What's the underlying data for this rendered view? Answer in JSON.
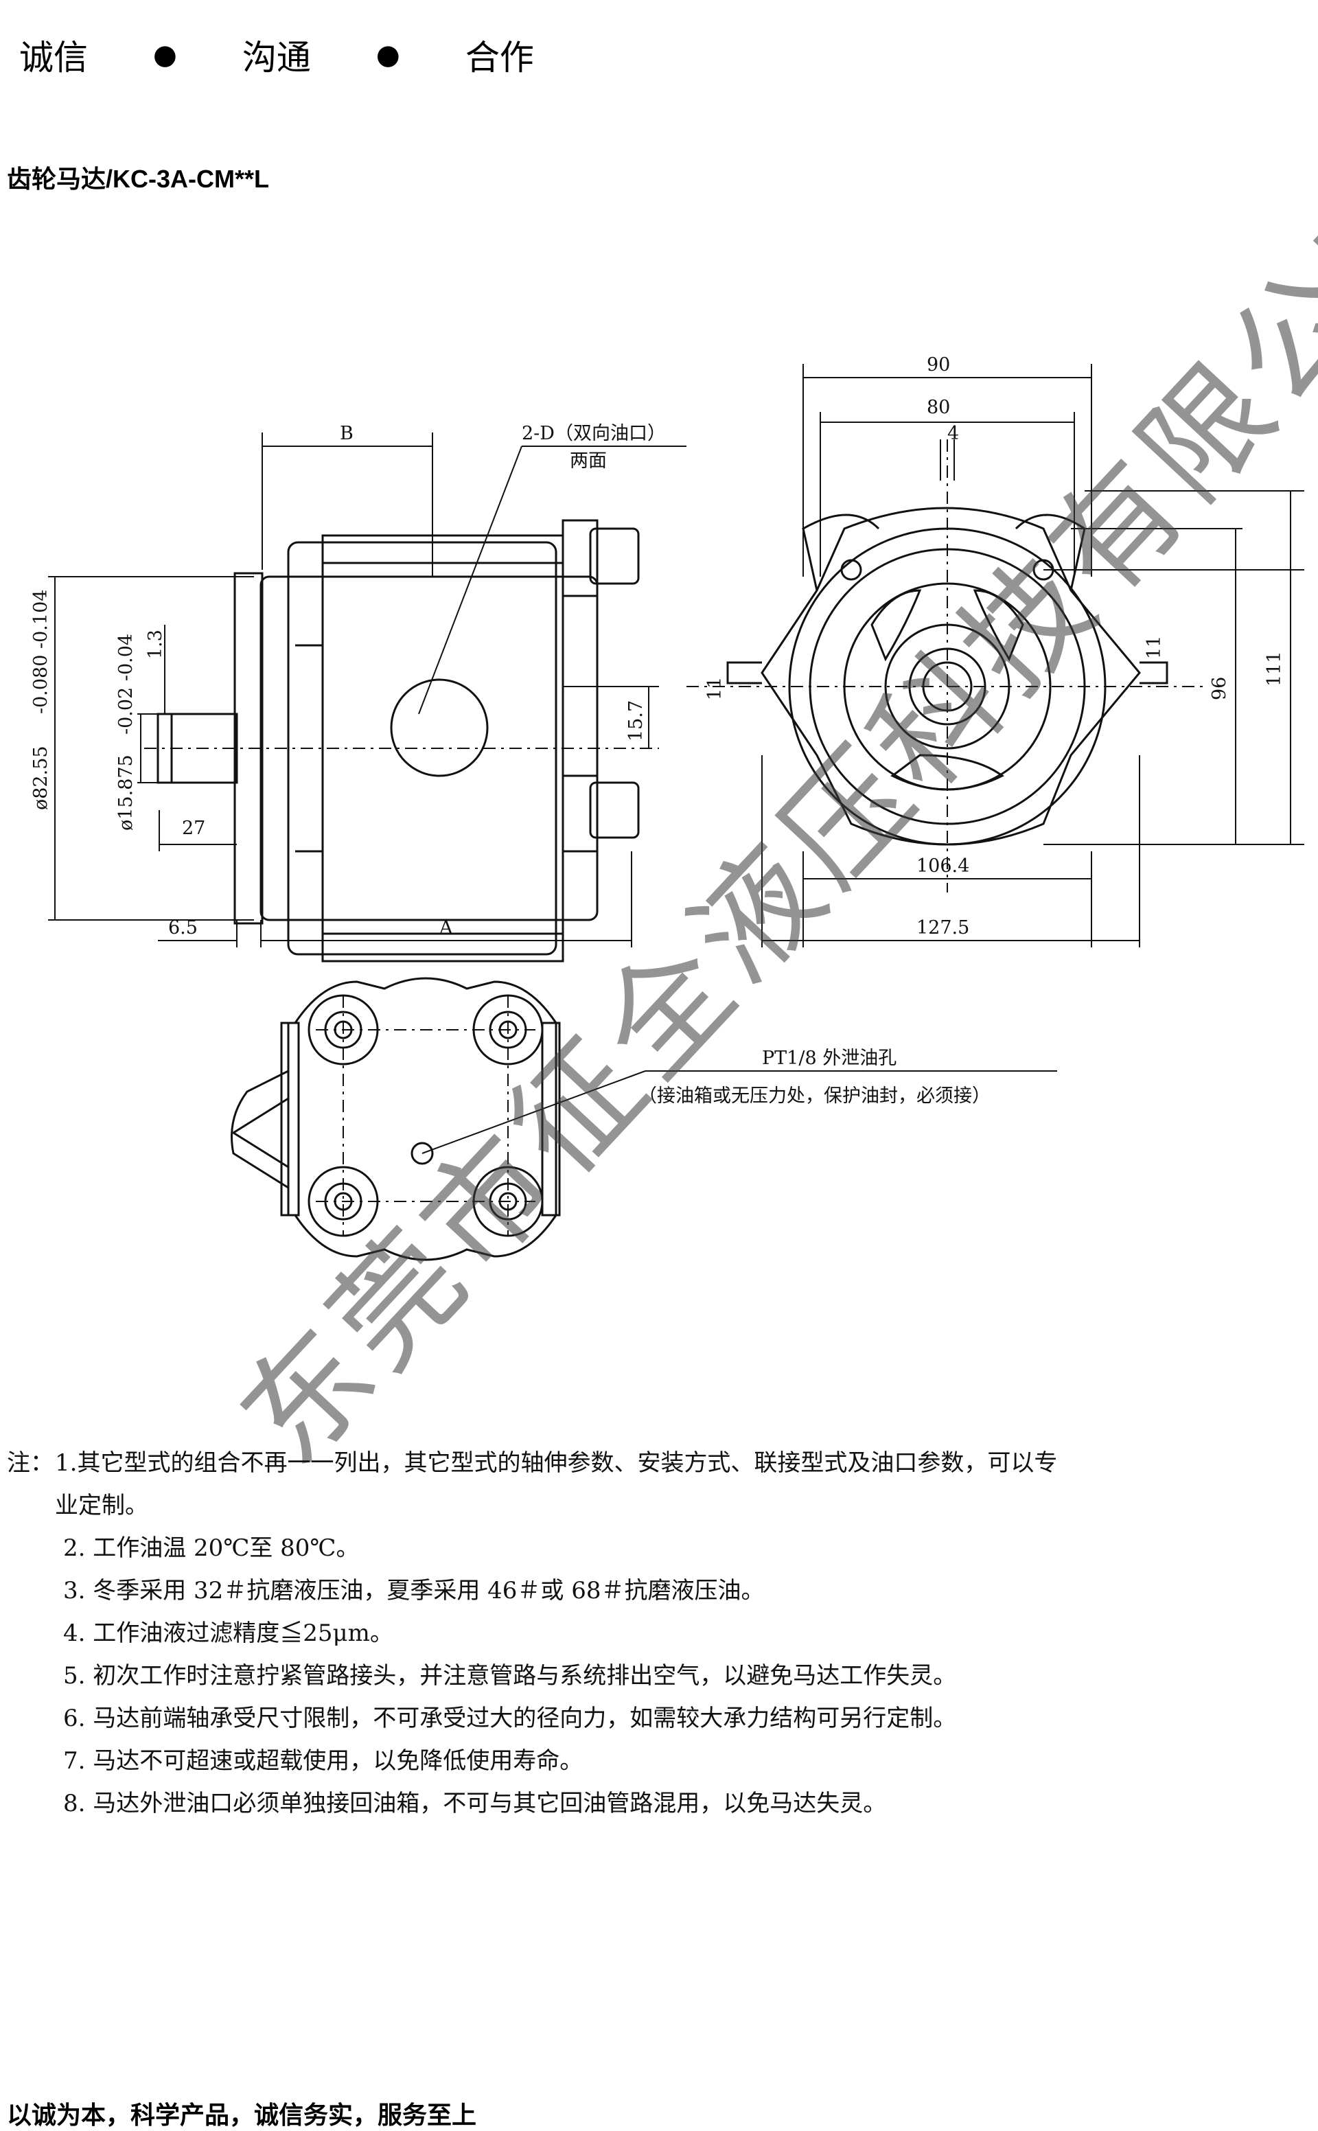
{
  "header": {
    "slogan_words": [
      "诚信",
      "沟通",
      "合作"
    ],
    "separator": "●"
  },
  "product_title": "齿轮马达/KC-3A-CM**L",
  "drawing": {
    "labels": {
      "B": "B",
      "port_2d": "2-D（双向油口）",
      "both_sides": "两面",
      "d1": "ø82.55",
      "d1_tol": "-0.080 -0.104",
      "d2": "ø15.875",
      "d2_tol": "-0.02 -0.04",
      "d_13": "1.3",
      "d_157": "15.7",
      "d_27": "27",
      "d_65": "6.5",
      "A": "A",
      "d_90": "90",
      "d_80": "80",
      "d_4": "4",
      "d_11a": "11",
      "d_11b": "11",
      "d_96": "96",
      "d_111": "111",
      "d_1064": "106.4",
      "d_1275": "127.5",
      "pt18": "PT1/8 外泄油孔",
      "pt18_note": "（接油箱或无压力处，保护油封，必须接）"
    }
  },
  "watermark": "东莞市征全液压科技有限公司",
  "notes": {
    "prefix": "注：",
    "items": [
      "1.其它型式的组合不再一一列出，其它型式的轴伸参数、安装方式、联接型式及油口参数，可以专",
      "业定制。",
      "2.  工作油温 20℃至 80℃。",
      "3.  冬季采用 32＃抗磨液压油，夏季采用 46＃或 68＃抗磨液压油。",
      "4.  工作油液过滤精度≦25μm。",
      "5.  初次工作时注意拧紧管路接头，并注意管路与系统排出空气，以避免马达工作失灵。",
      "6.  马达前端轴承受尺寸限制，不可承受过大的径向力，如需较大承力结构可另行定制。",
      "7.  马达不可超速或超载使用，以免降低使用寿命。",
      "8.  马达外泄油口必须单独接回油箱，不可与其它回油管路混用，以免马达失灵。"
    ]
  },
  "footer_clipped": "以诚为本，科学产品，诚信务实，服务至上"
}
